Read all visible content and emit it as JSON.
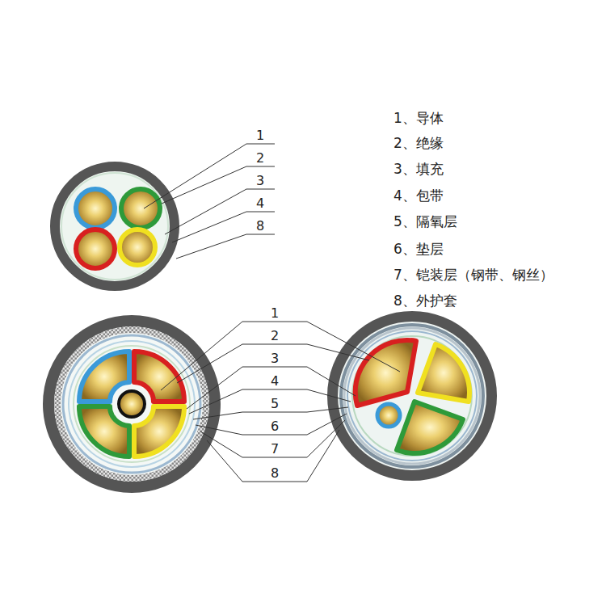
{
  "diagram": {
    "labels": [
      "1",
      "2",
      "3",
      "4",
      "8",
      "1、导体",
      "2、绝缘",
      "3、填充",
      "4、包带",
      "5、隔氧层",
      "6、垫层",
      "7、铠装层（钢带、钢丝）",
      "8、外护套",
      "1",
      "2",
      "3",
      "4",
      "5",
      "6",
      "7",
      "8"
    ]
  }
}
